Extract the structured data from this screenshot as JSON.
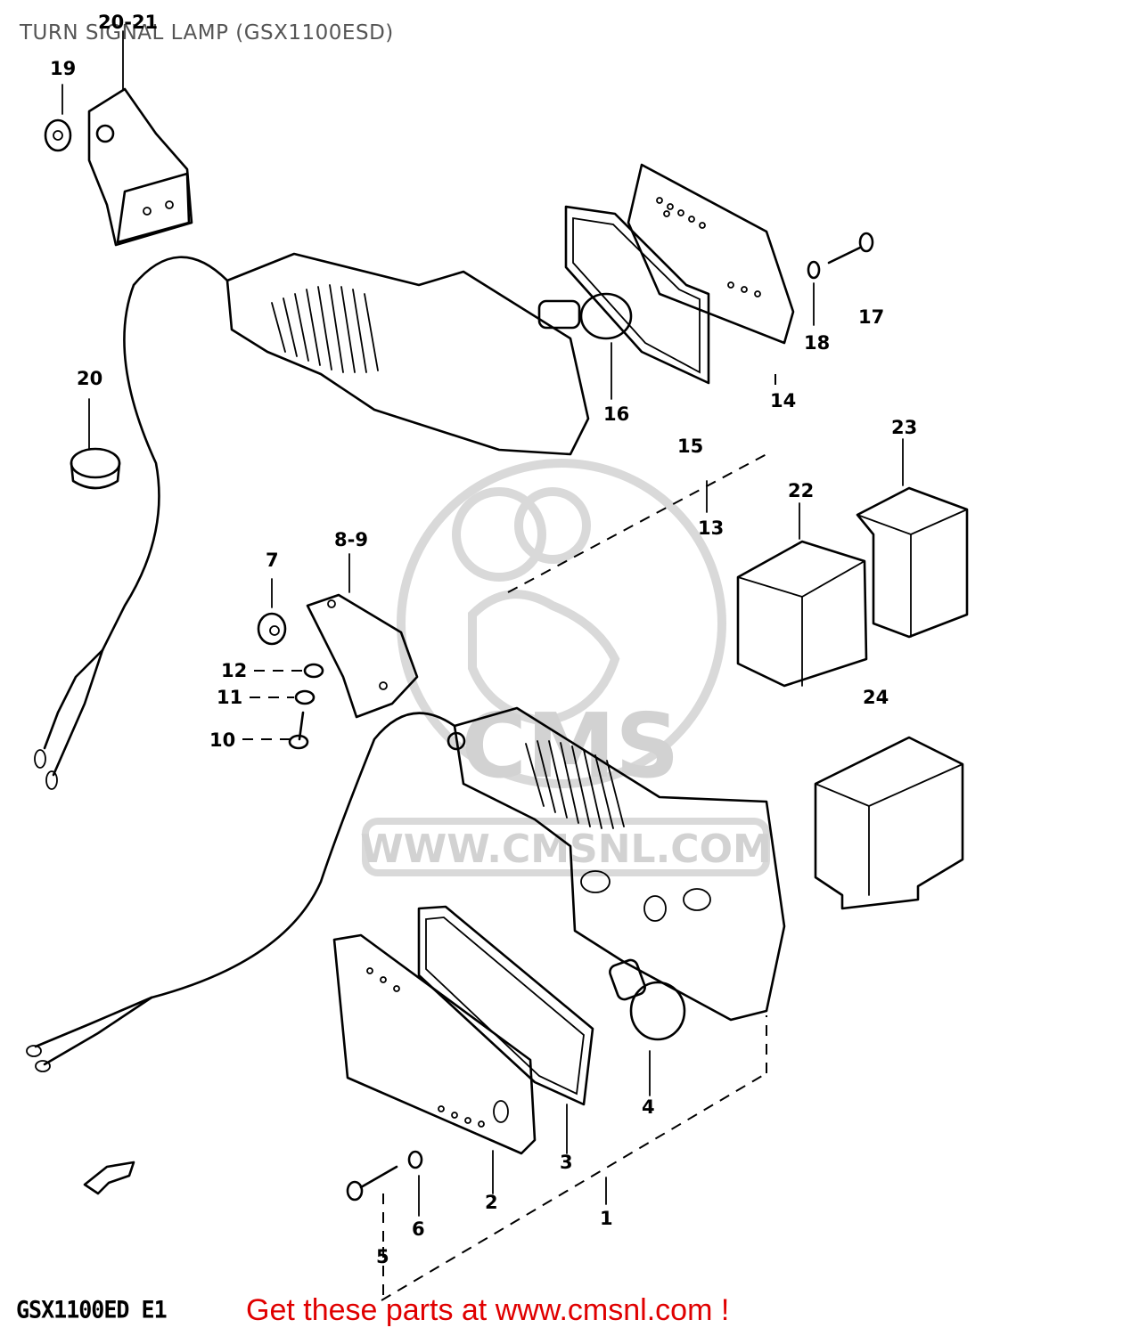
{
  "title": "TURN SIGNAL LAMP (GSX1100ESD)",
  "footer_model_code": "GSX1100ED E1",
  "cta": "Get these parts at www.cmsnl.com !",
  "watermark": {
    "brand": "CMS",
    "url": "WWW.CMSNL.COM"
  },
  "callouts": [
    "20-21",
    "19",
    "20",
    "7",
    "8-9",
    "12",
    "11",
    "10",
    "16",
    "14",
    "15",
    "13",
    "17",
    "18",
    "22",
    "23",
    "24",
    "4",
    "3",
    "2",
    "1",
    "5",
    "6"
  ],
  "colors": {
    "title": "#555555",
    "cta": "#e00000",
    "watermark": "#d2d2d2"
  }
}
